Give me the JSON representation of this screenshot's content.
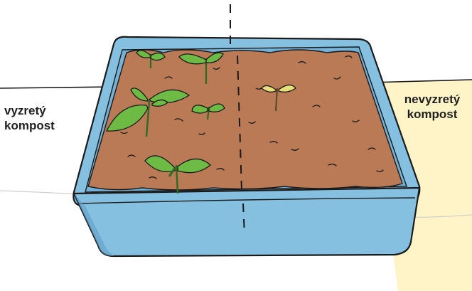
{
  "labels": {
    "left": {
      "line1": "vyzretý",
      "line2": "kompost"
    },
    "right": {
      "line1": "nevyzretý",
      "line2": "kompost"
    }
  },
  "colors": {
    "tray_blue": "#86c0e0",
    "tray_blue_dark": "#5f9ec8",
    "soil": "#b97a55",
    "leaf_green": "#6dba45",
    "leaf_dark": "#2f6b24",
    "wilted_yellow": "#e8e07a",
    "backdrop_cream": "#fff3c8",
    "outline": "#1a1a1a"
  },
  "icons": [
    "seedling-healthy",
    "seedling-wilted",
    "divider-line"
  ]
}
